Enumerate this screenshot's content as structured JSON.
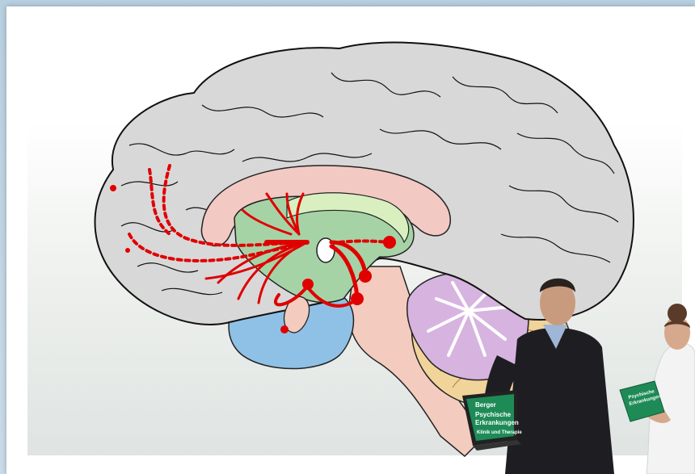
{
  "scene": {
    "description_role": "brain-dopamine-pathways-illustration",
    "colors": {
      "background_frame": "#b8cfe0",
      "cortex": "#d8d8d8",
      "corpus_callosum": "#f3c9c3",
      "thalamus_region": "#a6d3a6",
      "fornix_light": "#d9efc0",
      "brainstem": "#f0c7c0",
      "pons": "#f2d8a8",
      "hypothalamus_blue": "#8fc1e6",
      "cerebellum_outer": "#f1d49a",
      "cerebellum_inner": "#d7b3e0",
      "pathway_red": "#e00000"
    }
  },
  "laptop": {
    "brand": "Berger",
    "title_line1": "Psychische",
    "title_line2": "Erkrankungen",
    "subtitle": "Klinik und Therapie"
  },
  "book": {
    "title_line1": "Psychische",
    "title_line2": "Erkrankungen"
  }
}
